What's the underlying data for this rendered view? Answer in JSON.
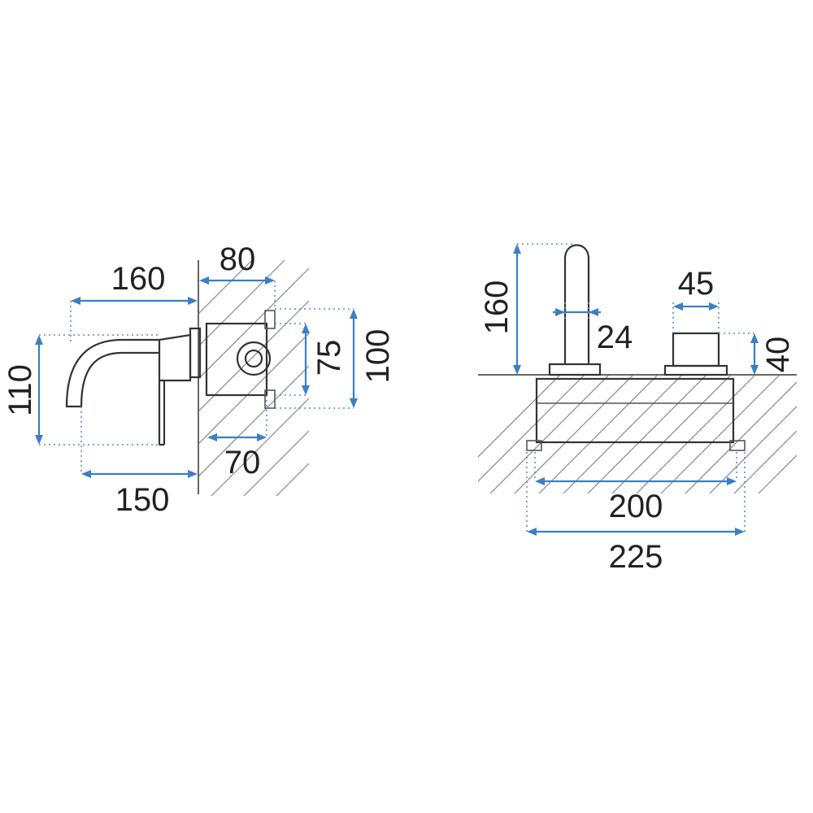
{
  "colors": {
    "dimension_line": "#3b7fc4",
    "extension_line": "#5a8fc8",
    "outline": "#333333",
    "hatch": "#8a8a8a",
    "text": "#222222"
  },
  "side_view": {
    "dim_spout_projection": "160",
    "dim_wall_depth": "80",
    "dim_height": "110",
    "dim_plate_inner": "75",
    "dim_plate_outer": "100",
    "dim_box_depth": "70",
    "dim_handle_projection": "150"
  },
  "front_view": {
    "dim_spout_height": "160",
    "dim_spout_diameter": "24",
    "dim_handle_diameter": "45",
    "dim_handle_height": "40",
    "dim_box_width": "200",
    "dim_plate_width": "225"
  }
}
